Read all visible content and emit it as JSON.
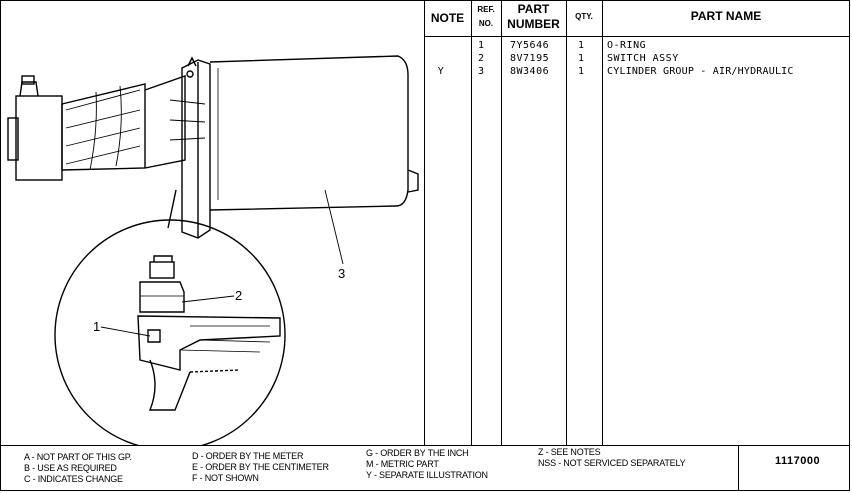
{
  "table": {
    "headers": {
      "note": "NOTE",
      "ref_line1": "REF.",
      "ref_line2": "NO.",
      "part_line1": "PART",
      "part_line2": "NUMBER",
      "qty": "QTY.",
      "part_name": "PART NAME"
    },
    "rows": [
      {
        "note": "",
        "ref": "1",
        "part_number": "7Y5646",
        "qty": "1",
        "name": "O-RING"
      },
      {
        "note": "",
        "ref": "2",
        "part_number": "8V7195",
        "qty": "1",
        "name": "SWITCH ASSY"
      },
      {
        "note": "Y",
        "ref": "3",
        "part_number": "8W3406",
        "qty": "1",
        "name": "CYLINDER GROUP - AIR/HYDRAULIC"
      }
    ]
  },
  "drawing": {
    "callouts": [
      "1",
      "2",
      "3"
    ]
  },
  "legend": {
    "col1": [
      "A - NOT PART OF THIS GP.",
      "B - USE AS REQUIRED",
      "C - INDICATES CHANGE"
    ],
    "col2": [
      "D - ORDER BY THE METER",
      "E - ORDER BY THE CENTIMETER",
      "F - NOT SHOWN"
    ],
    "col3": [
      "G - ORDER BY THE INCH",
      "M - METRIC PART",
      "Y - SEPARATE ILLUSTRATION"
    ],
    "col4": [
      "Z - SEE NOTES",
      "NSS - NOT SERVICED SEPARATELY"
    ]
  },
  "document_number": "1117000"
}
